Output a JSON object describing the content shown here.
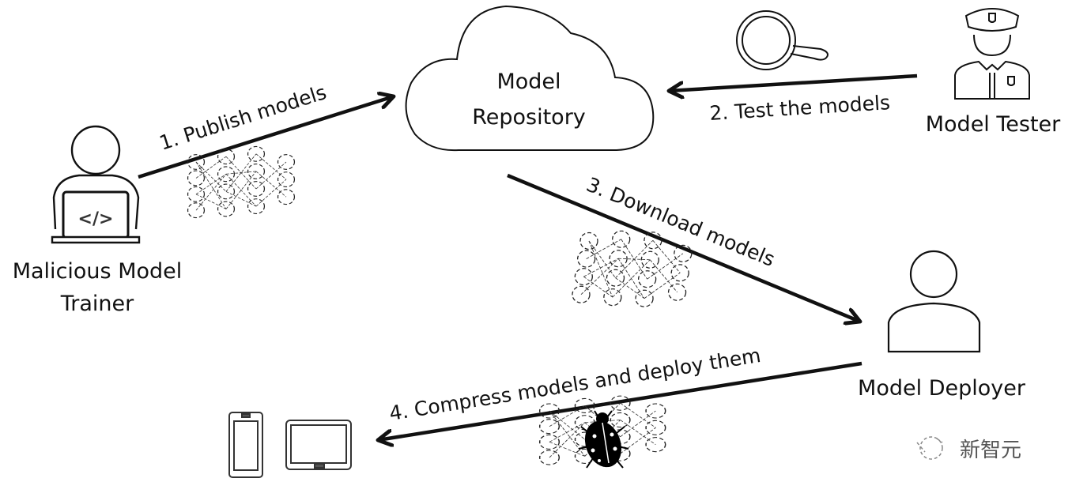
{
  "diagram": {
    "title": "Malicious model supply-chain flow",
    "nodes": {
      "trainer": {
        "label_line1": "Malicious Model",
        "label_line2": "Trainer",
        "icon": "developer-laptop-icon"
      },
      "repository": {
        "label_line1": "Model",
        "label_line2": "Repository",
        "icon": "cloud-icon"
      },
      "tester": {
        "label": "Model Tester",
        "icon": "police-officer-icon"
      },
      "deployer": {
        "label": "Model Deployer",
        "icon": "user-icon"
      },
      "devices": {
        "icons": [
          "smartphone-icon",
          "tablet-icon"
        ]
      }
    },
    "edges": [
      {
        "id": "publish",
        "label": "1. Publish  models",
        "from": "trainer",
        "to": "repository",
        "payload": "neural-network-icon"
      },
      {
        "id": "test",
        "label": "2. Test the models",
        "from": "tester",
        "to": "repository",
        "payload": "magnifier-icon"
      },
      {
        "id": "download",
        "label": "3. Download models",
        "from": "repository",
        "to": "deployer",
        "payload": "neural-network-icon"
      },
      {
        "id": "deploy",
        "label": "4. Compress models and deploy them",
        "from": "deployer",
        "to": "devices",
        "payload": "bug-network-icon"
      }
    ],
    "watermark": "新智元",
    "colors": {
      "stroke": "#111111",
      "background": "#ffffff",
      "watermark": "#555555"
    }
  }
}
